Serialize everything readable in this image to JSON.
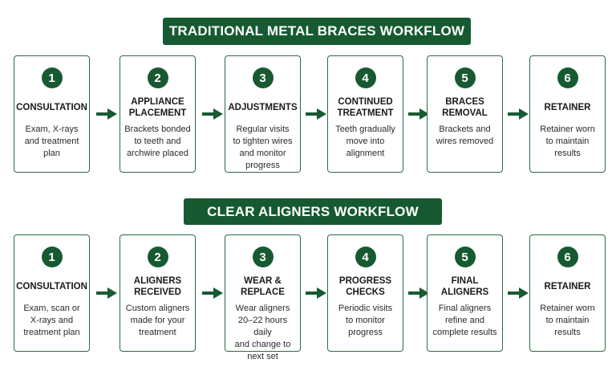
{
  "colors": {
    "primary": "#175a32",
    "border": "#2d6a45",
    "text": "#222222"
  },
  "workflows": [
    {
      "title": "TRADITIONAL METAL BRACES WORKFLOW",
      "steps": [
        {
          "number": "1",
          "title": "CONSULTATION",
          "description": "Exam, X-rays\nand treatment\nplan"
        },
        {
          "number": "2",
          "title": "APPLIANCE\nPLACEMENT",
          "description": "Brackets bonded\nto teeth and\narchwire placed"
        },
        {
          "number": "3",
          "title": "ADJUSTMENTS",
          "description": "Regular visits\nto tighten wires\nand monitor\nprogress"
        },
        {
          "number": "4",
          "title": "CONTINUED\nTREATMENT",
          "description": "Teeth gradually\nmove into\nalignment"
        },
        {
          "number": "5",
          "title": "BRACES\nREMOVAL",
          "description": "Brackets and\nwires removed"
        },
        {
          "number": "6",
          "title": "RETAINER",
          "description": "Retainer worn\nto maintain\nresults"
        }
      ]
    },
    {
      "title": "CLEAR ALIGNERS WORKFLOW",
      "steps": [
        {
          "number": "1",
          "title": "CONSULTATION",
          "description": "Exam, scan or\nX-rays and\ntreatment plan"
        },
        {
          "number": "2",
          "title": "ALIGNERS\nRECEIVED",
          "description": "Custom aligners\nmade for your\ntreatment"
        },
        {
          "number": "3",
          "title": "WEAR & REPLACE",
          "description": "Wear aligners\n20–22 hours daily\nand change to\nnext set"
        },
        {
          "number": "4",
          "title": "PROGRESS\nCHECKS",
          "description": "Periodic visits\nto monitor\nprogress"
        },
        {
          "number": "5",
          "title": "FINAL\nALIGNERS",
          "description": "Final aligners\nrefine and\ncomplete results"
        },
        {
          "number": "6",
          "title": "RETAINER",
          "description": "Retainer worn\nto maintain\nresults"
        }
      ]
    }
  ]
}
